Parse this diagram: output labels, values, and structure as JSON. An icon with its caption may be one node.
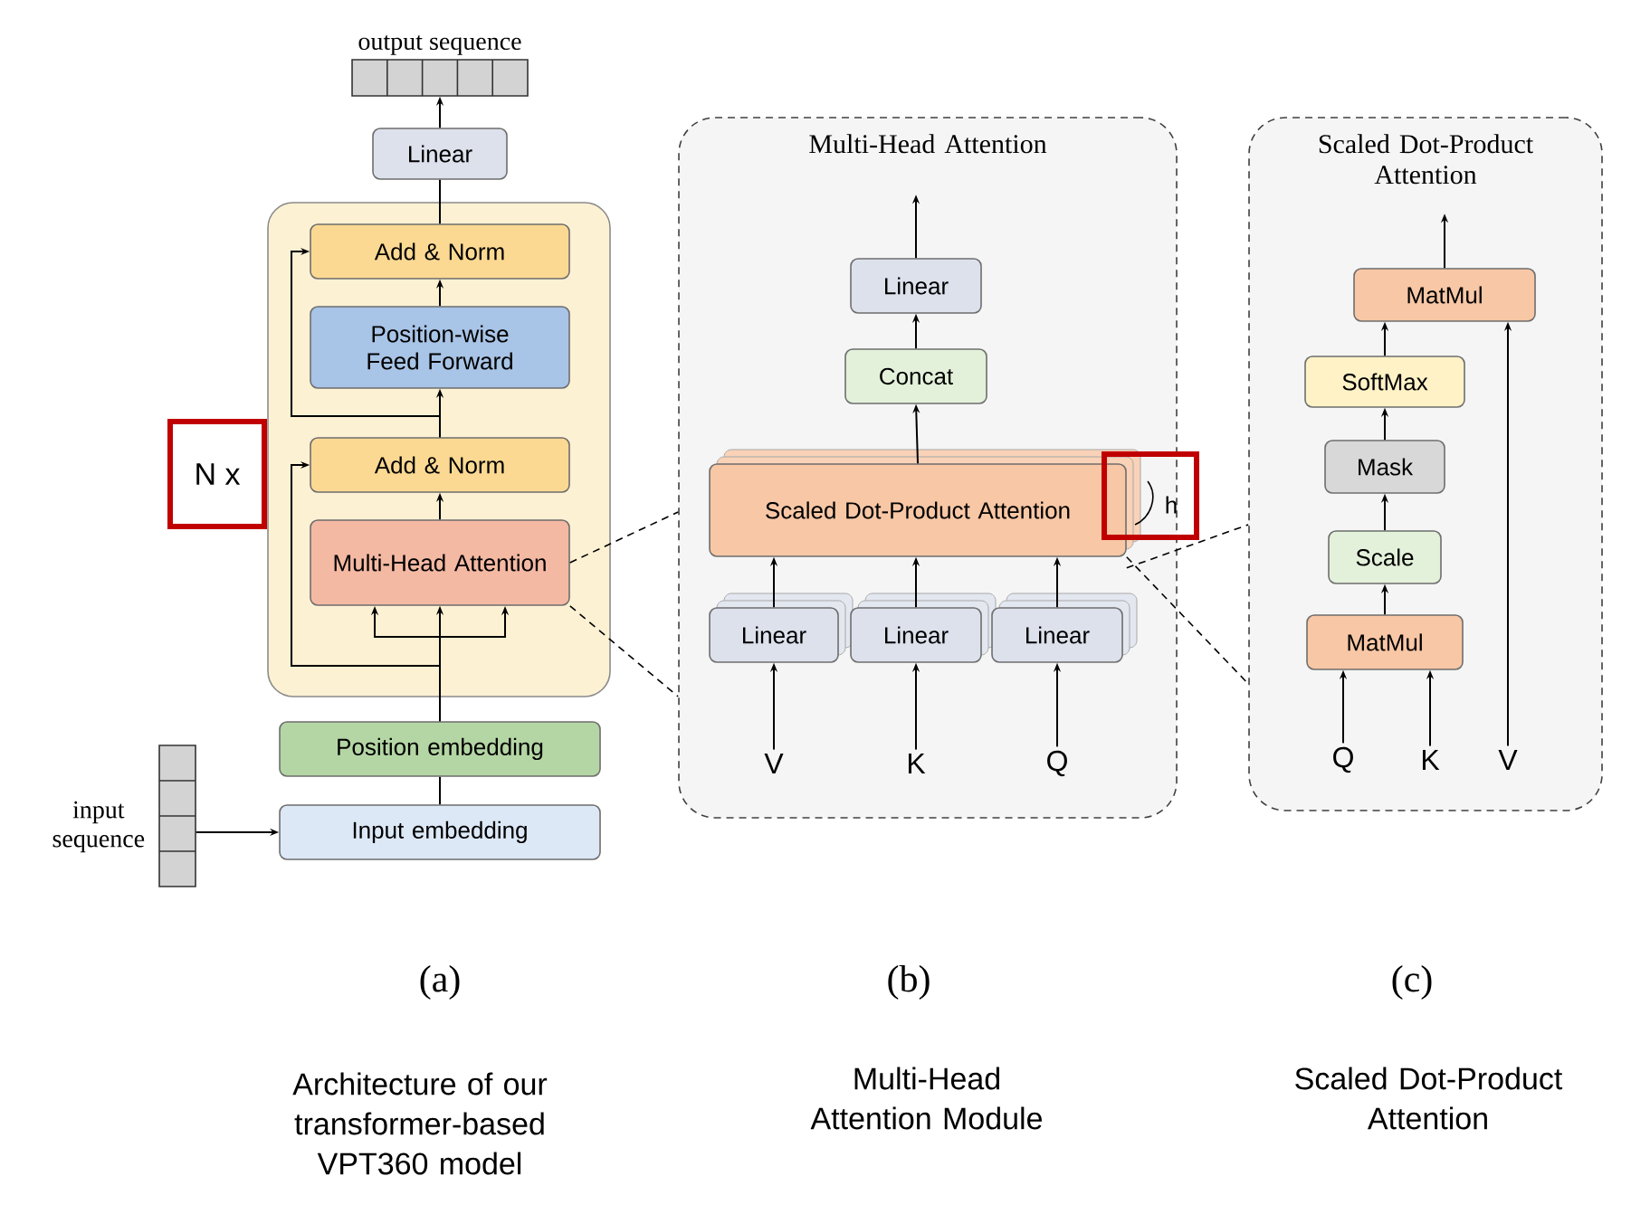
{
  "diagram": {
    "nodes": [
      {
        "text": [
          "output sequence"
        ]
      },
      {
        "text": [
          "Linear"
        ]
      },
      {
        "text": [],
        "shape": "box",
        "beside": [
          "N x"
        ]
      },
      {
        "text": [
          "Add & Norm"
        ],
        "in": 2
      },
      {
        "text": [
          "Position-wise Feed Forward"
        ],
        "in": 2
      },
      {
        "text": [
          "Add & Norm"
        ],
        "in": 2
      },
      {
        "text": [
          "Multi-Head Attention"
        ],
        "in": 2
      },
      {
        "text": [
          "Position embedding"
        ]
      },
      {
        "text": [
          "Input embedding"
        ]
      },
      {
        "text": [
          "input sequence"
        ]
      },
      {
        "text": [
          "Multi-Head Attention"
        ]
      },
      {
        "text": [
          "Linear"
        ],
        "in": 10
      },
      {
        "text": [
          "Concat"
        ],
        "in": 10
      },
      {
        "text": [
          "Scaled Dot-Product Attention"
        ],
        "in": 10
      },
      {
        "text": [
          "Linear"
        ],
        "in": 10
      },
      {
        "text": [
          "Linear"
        ],
        "in": 10
      },
      {
        "text": [
          "Linear"
        ],
        "in": 10
      },
      {
        "text": [
          "V"
        ],
        "in": 10
      },
      {
        "text": [
          "K"
        ],
        "in": 10
      },
      {
        "text": [
          "Q"
        ],
        "in": 10
      },
      {
        "text": [
          "Scaled Dot-Product Attention"
        ]
      },
      {
        "text": [
          "MatMul"
        ],
        "in": 20
      },
      {
        "text": [
          "SoftMax"
        ],
        "in": 20
      },
      {
        "text": [
          "Mask"
        ],
        "in": 20
      },
      {
        "text": [
          "Scale"
        ],
        "in": 20
      },
      {
        "text": [
          "MatMul"
        ],
        "in": 20
      },
      {
        "text": [
          "Q"
        ],
        "in": 20
      },
      {
        "text": [
          "K"
        ],
        "in": 20
      },
      {
        "text": [
          "V"
        ],
        "in": 20
      }
    ],
    "edges": [
      {
        "from": 1,
        "to": 0,
        "arrow": "to"
      },
      {
        "from": 3,
        "to": 1,
        "arrow": "none"
      },
      {
        "from": 4,
        "to": 3,
        "arrow": "to"
      },
      {
        "from": 5,
        "to": 4,
        "arrow": "to"
      },
      {
        "from": 6,
        "to": 5,
        "arrow": "to"
      },
      {
        "from": 7,
        "to": 6,
        "arrow": "to"
      },
      {
        "from": 7,
        "to": 5,
        "arrow": "to"
      },
      {
        "from": 5,
        "to": 3,
        "arrow": "to"
      },
      {
        "from": 8,
        "to": 7,
        "arrow": "none"
      },
      {
        "from": 9,
        "to": 8,
        "arrow": "to"
      },
      {
        "from": 6,
        "to": 10,
        "arrow": "none",
        "style": "dashed"
      },
      {
        "from": 6,
        "to": 10,
        "arrow": "none",
        "style": "dashed"
      },
      {
        "from": 13,
        "to": 20,
        "arrow": "none",
        "style": "dashed"
      },
      {
        "from": 13,
        "to": 20,
        "arrow": "none",
        "style": "dashed"
      },
      {
        "from": 11,
        "to": null,
        "arrow": "to"
      },
      {
        "from": 12,
        "to": 11,
        "arrow": "to"
      },
      {
        "from": 13,
        "to": 12,
        "arrow": "to"
      },
      {
        "from": 14,
        "to": 13,
        "arrow": "to"
      },
      {
        "from": 15,
        "to": 13,
        "arrow": "to"
      },
      {
        "from": 16,
        "to": 13,
        "arrow": "to"
      },
      {
        "from": 17,
        "to": 14,
        "arrow": "to"
      },
      {
        "from": 18,
        "to": 15,
        "arrow": "to"
      },
      {
        "from": 19,
        "to": 16,
        "arrow": "to"
      },
      {
        "from": 21,
        "to": null,
        "arrow": "to"
      },
      {
        "from": 22,
        "to": 21,
        "arrow": "to"
      },
      {
        "from": 28,
        "to": 21,
        "arrow": "to"
      },
      {
        "from": 23,
        "to": 22,
        "arrow": "to"
      },
      {
        "from": 24,
        "to": 23,
        "arrow": "to"
      },
      {
        "from": 25,
        "to": 24,
        "arrow": "to"
      },
      {
        "from": 26,
        "to": 25,
        "arrow": "to"
      },
      {
        "from": 27,
        "to": 25,
        "arrow": "to"
      }
    ],
    "labels": [
      "h",
      "(a)",
      "(b)",
      "(c)",
      "Architecture of our transformer-based VPT360 model",
      "Multi-Head Attention Module",
      "Scaled Dot-Product Attention"
    ]
  }
}
